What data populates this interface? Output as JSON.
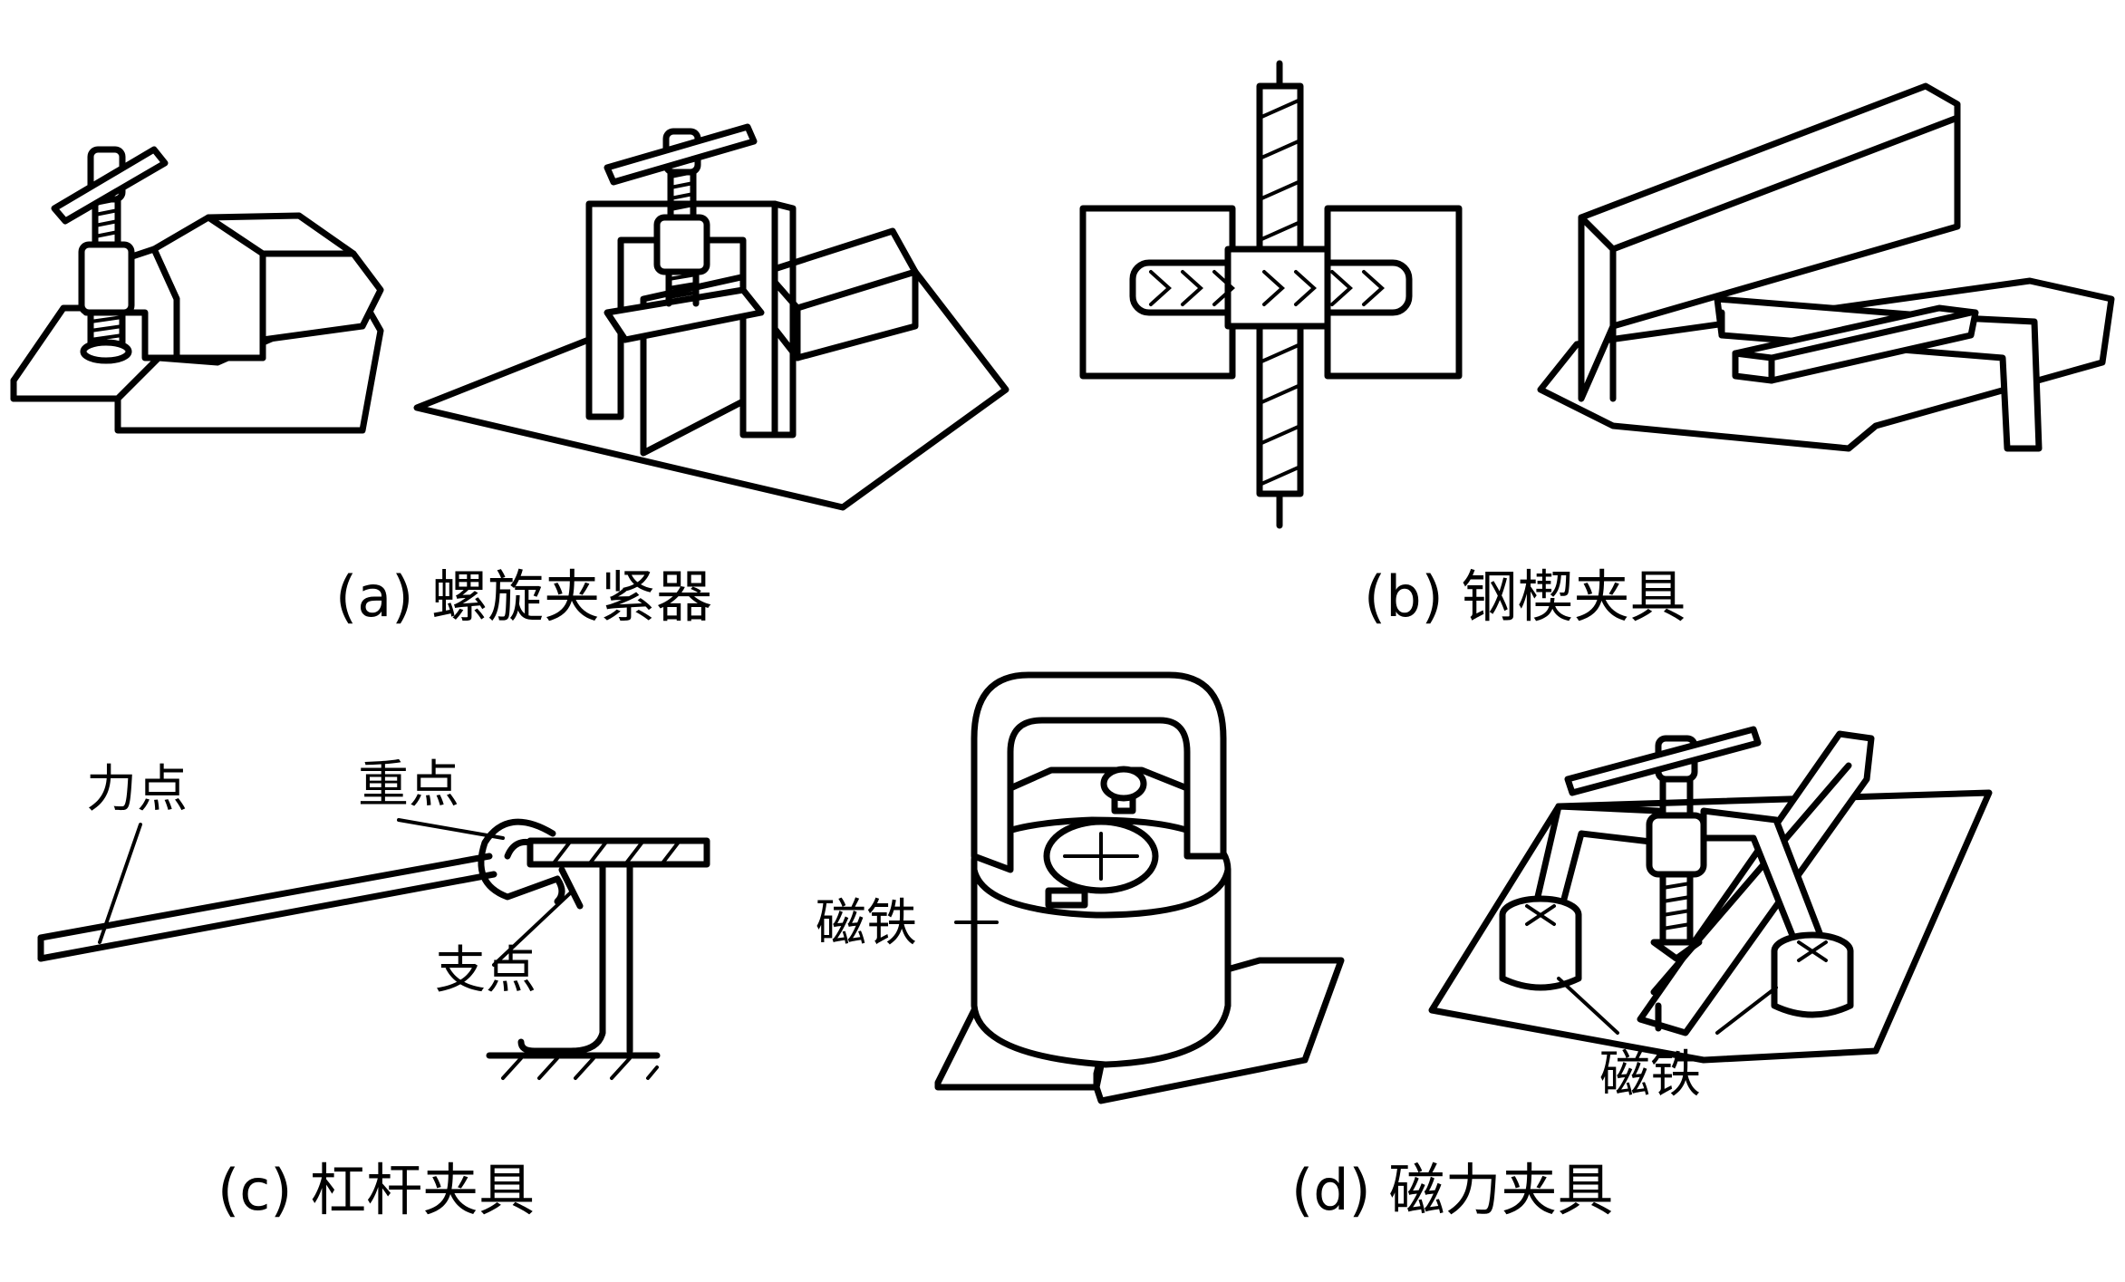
{
  "captions": {
    "a": "(a) 螺旋夹紧器",
    "b": "(b) 钢楔夹具",
    "c": "(c) 杠杆夹具",
    "d": "(d) 磁力夹具"
  },
  "labels_c": {
    "force_point": "力点",
    "load_point": "重点",
    "fulcrum": "支点"
  },
  "labels_d": {
    "magnet_left": "磁铁",
    "magnet_right": "磁铁"
  }
}
